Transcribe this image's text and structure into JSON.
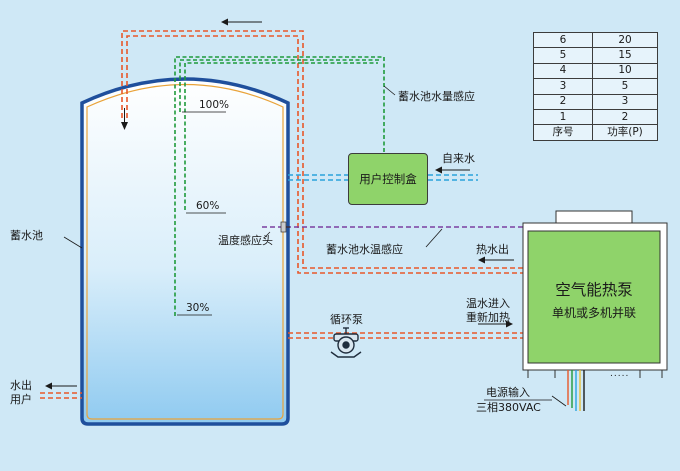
{
  "power_table": {
    "header": {
      "index": "序号",
      "power": "功率(P)"
    },
    "rows": [
      {
        "index": "6",
        "power": "20"
      },
      {
        "index": "5",
        "power": "15"
      },
      {
        "index": "4",
        "power": "10"
      },
      {
        "index": "3",
        "power": "5"
      },
      {
        "index": "2",
        "power": "3"
      },
      {
        "index": "1",
        "power": "2"
      }
    ]
  },
  "tank": {
    "label": "蓄水池",
    "level_100": "100%",
    "level_60": "60%",
    "level_30": "30%"
  },
  "controller": {
    "label": "用户控制盒"
  },
  "heat_pump": {
    "title": "空气能热泵",
    "subtitle": "单机或多机并联",
    "dots": "....."
  },
  "labels": {
    "water_level_sensor": "蓄水池水量感应",
    "tap_water": "自来水",
    "temp_probe": "温度感应头",
    "water_temp_sensor": "蓄水池水温感应",
    "hot_water_out": "热水出",
    "warm_water_in_line1": "温水进入",
    "warm_water_in_line2": "重新加热",
    "circulation_pump": "循环泵",
    "water_out_line1": "水出",
    "water_out_line2": "用户",
    "power_input": "电源输入",
    "power_spec": "三相380VAC"
  },
  "colors": {
    "hot_pipe": "#e8582a",
    "cold_pipe": "#2aa3dc",
    "sensor_wire": "#1f9a3b",
    "temp_wire": "#7b3fa0",
    "tank_outline": "#1f4f9c",
    "tank_inner": "#e9a33a",
    "heat_pump": "#8fd36a"
  }
}
